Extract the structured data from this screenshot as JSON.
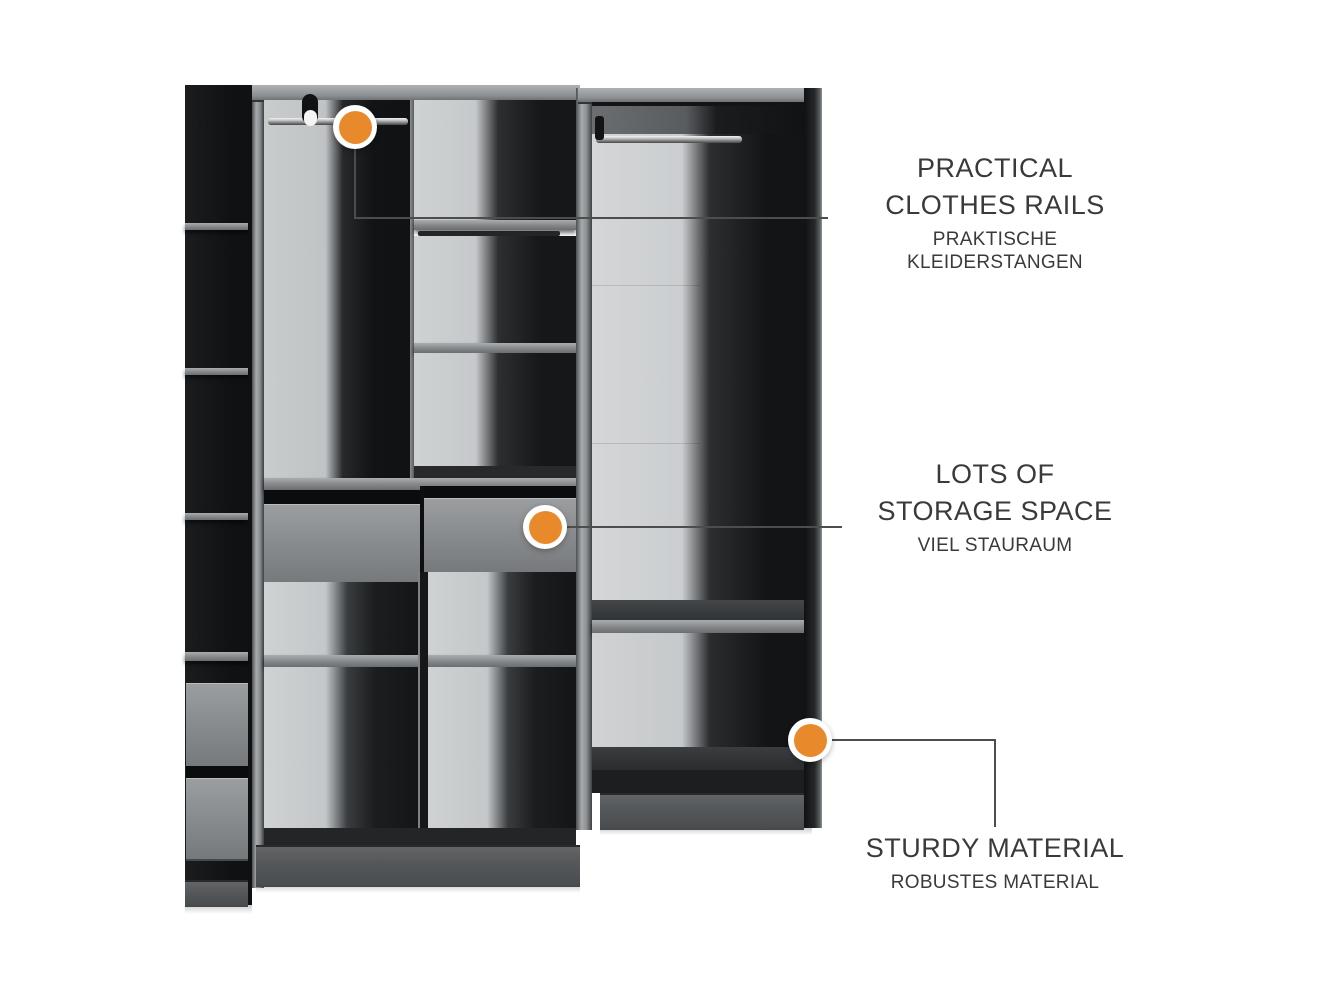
{
  "image_type": "annotated product feature image of an open wardrobe",
  "colors": {
    "accent_orange": "#E88A2B",
    "marker_ring": "#FFFFFF",
    "connector_line": "#4D4D4D",
    "text": "#3A3A3A",
    "background": "#FFFFFF"
  },
  "callouts": [
    {
      "id": "practical-clothes-rails",
      "title_lines": [
        "PRACTICAL",
        "CLOTHES RAILS"
      ],
      "subtitle_lines": [
        "PRAKTISCHE",
        "KLEIDERSTANGEN"
      ]
    },
    {
      "id": "lots-of-storage-space",
      "title_lines": [
        "LOTS OF",
        "STORAGE SPACE"
      ],
      "subtitle_lines": [
        "VIEL STAURAUM"
      ]
    },
    {
      "id": "sturdy-material",
      "title_lines": [
        "STURDY MATERIAL"
      ],
      "subtitle_lines": [
        "ROBUSTES MATERIAL"
      ]
    }
  ]
}
